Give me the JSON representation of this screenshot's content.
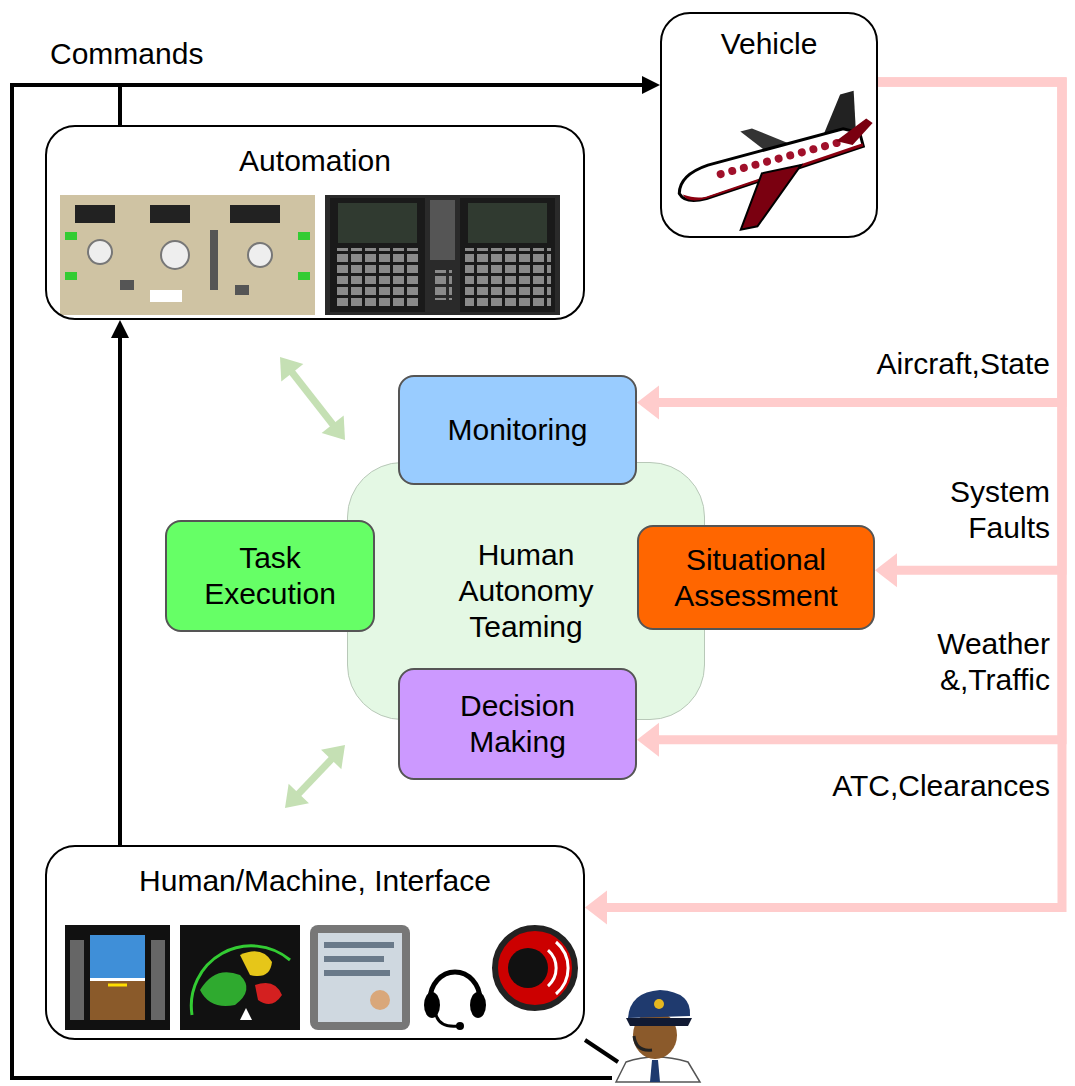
{
  "diagram": {
    "nodes": [
      {
        "text": [
          "Vehicle"
        ]
      },
      {
        "text": [
          "Automation"
        ]
      },
      {
        "text": [
          "Human Autonomy Teaming"
        ]
      },
      {
        "text": [
          "Monitoring"
        ],
        "in": 2
      },
      {
        "text": [
          "Task Execution"
        ],
        "in": 2
      },
      {
        "text": [
          "Situational Assessment"
        ],
        "in": 2
      },
      {
        "text": [
          "Decision Making"
        ],
        "in": 2
      },
      {
        "text": [
          "Human/Machine, Interface"
        ]
      }
    ],
    "edges": [
      {
        "from": 1,
        "to": 0,
        "arrow": "to"
      },
      {
        "from": 7,
        "to": 1,
        "arrow": "to"
      },
      {
        "from": 1,
        "to": 2,
        "arrow": "both"
      },
      {
        "from": 2,
        "to": 7,
        "arrow": "both"
      },
      {
        "from": 0,
        "to": 3,
        "arrow": "to"
      },
      {
        "from": 0,
        "to": 5,
        "arrow": "to"
      },
      {
        "from": 0,
        "to": 6,
        "arrow": "to"
      },
      {
        "from": 0,
        "to": 7,
        "arrow": "to"
      }
    ],
    "labels": [
      "Commands",
      "Aircraft,State",
      "System Faults",
      "Weather &,Traffic",
      "ATC,Clearances"
    ]
  }
}
